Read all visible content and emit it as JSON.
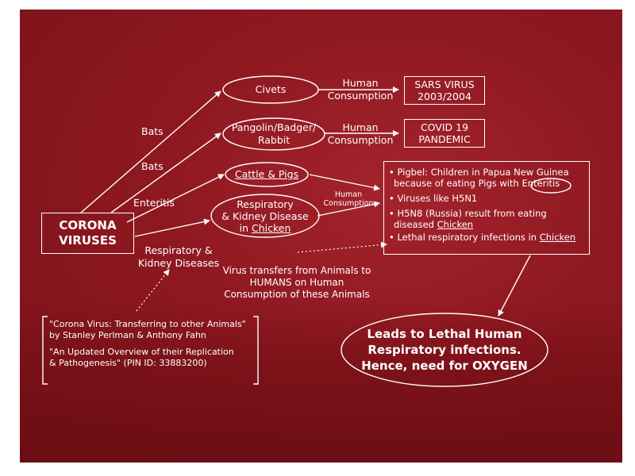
{
  "diagram": {
    "source": "CORONA VIRUSES",
    "edges": {
      "bats_1": "Bats",
      "bats_2": "Bats",
      "enteritis": "Enteritis",
      "respiratory_kidney": "Respiratory & Kidney Diseases",
      "human_consumption": "Human Consumption",
      "human_consumption_small": "Human Consumption"
    },
    "hosts": {
      "civets": "Civets",
      "pangolin": "Pangolin/Badger/ Rabbit",
      "cattle": "Cattle & Pigs",
      "chicken_line1": "Respiratory",
      "chicken_line2": "& Kidney Disease",
      "chicken_line3_prefix": "in ",
      "chicken_line3_u": "Chicken"
    },
    "outcomes": {
      "sars_line1": "SARS VIRUS",
      "sars_line2": "2003/2004",
      "covid_line1": "COVID 19",
      "covid_line2": "PANDEMIC"
    },
    "effects": {
      "e1_line1": "• Pigbel: Children in Papua New Guinea",
      "e1_line2": "because of eating Pigs with",
      "e1_enteritis": "Enteritis",
      "e2": "• Viruses like H5N1",
      "e3_line1": "• H5N8 (Russia) result from eating",
      "e3_line2": "diseased",
      "e3_chicken": "Chicken",
      "e4_prefix": "• Lethal respiratory infections in",
      "e4_chicken": "Chicken"
    },
    "transfer_note": {
      "line1": "Virus transfers from Animals to",
      "line2": "HUMANS on Human",
      "line3": "Consumption of these Animals"
    },
    "conclusion": {
      "line1": "Leads to Lethal Human",
      "line2": "Respiratory infections.",
      "line3": "Hence, need for OXYGEN"
    },
    "references": {
      "r1_line1": "\"Corona Virus: Transferring to other Animals\"",
      "r1_line2": "by Stanley Perlman & Anthony Fahn",
      "r2_line1": "\"An Updated Overview of their Replication",
      "r2_line2": "& Pathogenesis\" (PIN ID: 33883200)"
    }
  },
  "colors": {
    "background": "#8e1820",
    "foreground": "#ffffff"
  }
}
